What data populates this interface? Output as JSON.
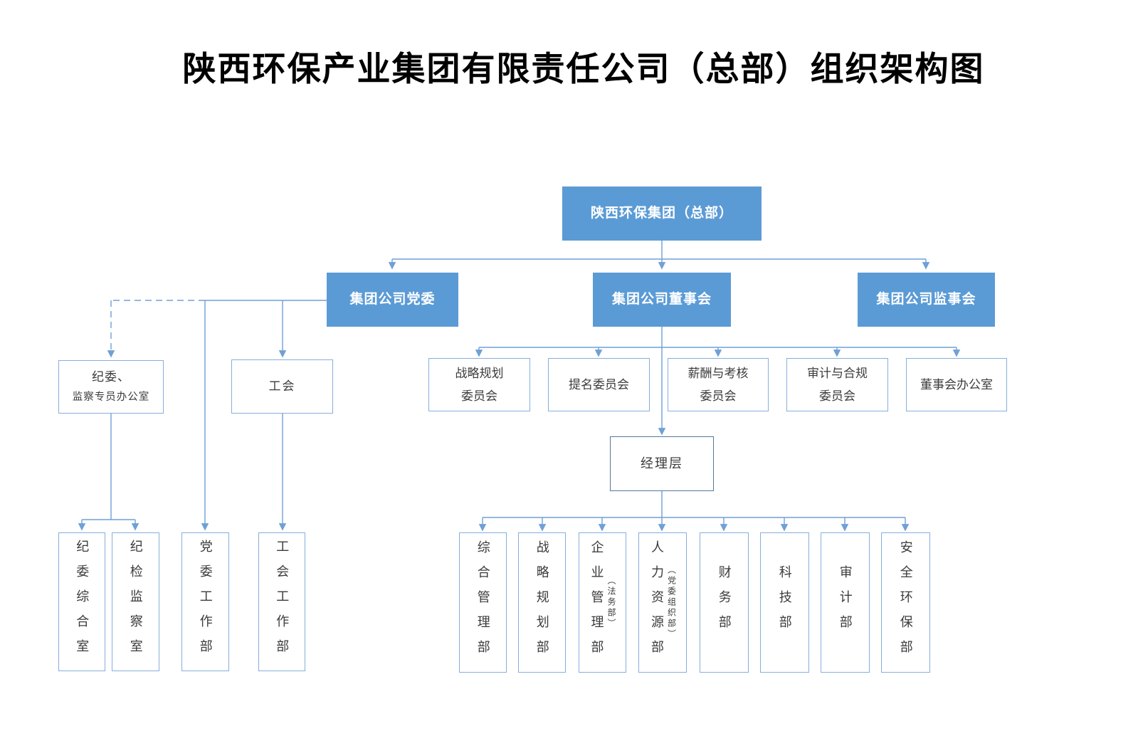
{
  "title": "陕西环保产业集团有限责任公司（总部）组织架构图",
  "colors": {
    "node_fill": "#5B9BD5",
    "node_text": "#FFFFFF",
    "connector": "#6FA0D6",
    "box_border": "#86AEDC",
    "manager_border": "#54789B",
    "text_dark": "#3B3B3B",
    "bg": "#FFFFFF"
  },
  "nodes": {
    "root": {
      "label": "陕西环保集团（总部）"
    },
    "party_committee": {
      "label": "集团公司党委"
    },
    "board": {
      "label": "集团公司董事会"
    },
    "supervisory_board": {
      "label": "集团公司监事会"
    },
    "discipline_office": {
      "line1": "纪委、",
      "line2": "监察专员办公室"
    },
    "labor_union": {
      "label": "工会"
    },
    "management": {
      "label": "经理层"
    },
    "committees": [
      {
        "label": "战略规划\n委员会"
      },
      {
        "label": "提名委员会"
      },
      {
        "label": "薪酬与考核\n委员会"
      },
      {
        "label": "审计与合规\n委员会"
      },
      {
        "label": "董事会办公室"
      }
    ],
    "party_departments": [
      {
        "label": "纪委综合室"
      },
      {
        "label": "纪检监察室"
      },
      {
        "label": "党委工作部"
      },
      {
        "label": "工会工作部"
      }
    ],
    "departments": [
      {
        "label": "综合管理部"
      },
      {
        "label": "战略规划部"
      },
      {
        "label": "企业管理部",
        "note": "（法务部）"
      },
      {
        "label": "人力资源部",
        "note": "（党委组织部）"
      },
      {
        "label": "财务部"
      },
      {
        "label": "科技部"
      },
      {
        "label": "审计部"
      },
      {
        "label": "安全环保部"
      }
    ]
  }
}
